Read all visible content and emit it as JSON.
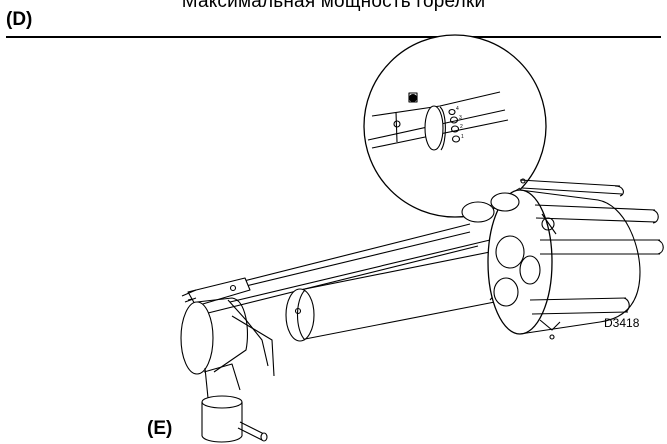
{
  "header": {
    "partial_title": "Максимальная мощность горелки"
  },
  "section_label": "(D)",
  "part_label": "(E)",
  "drawing_code": "D3418",
  "detail_scale_marks": [
    "4",
    "3",
    "2",
    "1"
  ]
}
